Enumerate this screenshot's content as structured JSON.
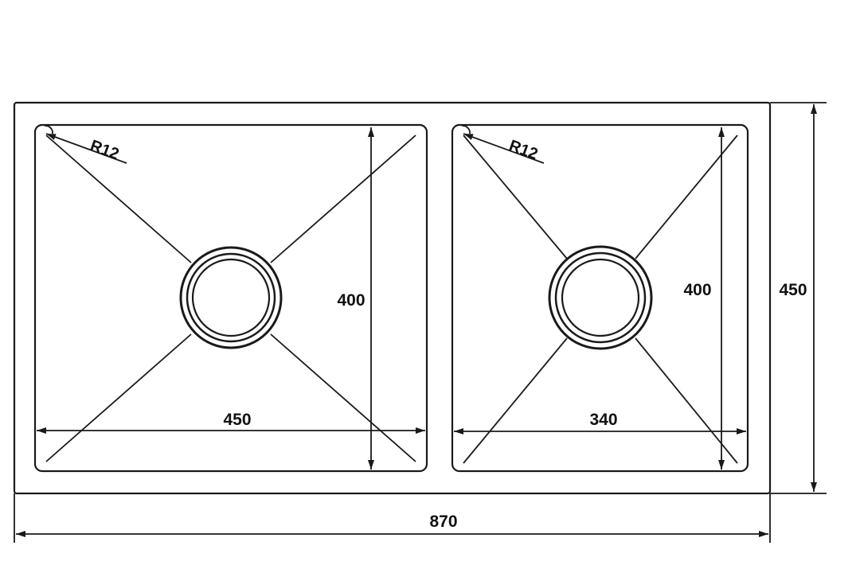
{
  "drawing": {
    "overall_width": "870",
    "overall_depth": "450",
    "bowls": [
      {
        "width": "450",
        "depth": "400",
        "corner_radius": "R12"
      },
      {
        "width": "340",
        "depth": "400",
        "corner_radius": "R12"
      }
    ]
  }
}
